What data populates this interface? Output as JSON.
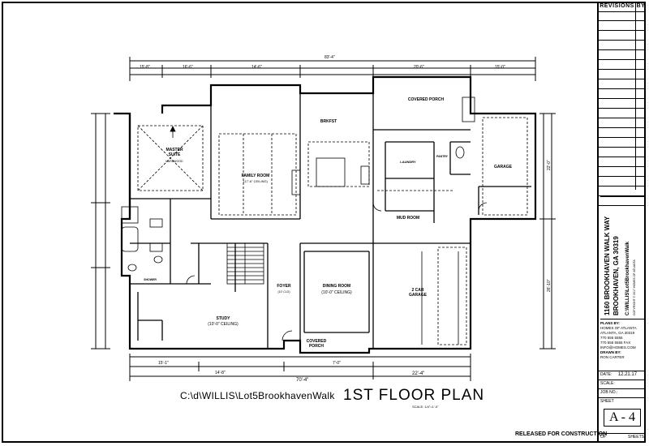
{
  "drawing": {
    "title": "1ST FLOOR PLAN",
    "scale": "SCALE: 1/4\"=1'-0\"",
    "file_path": "C:\\d\\WILLIS\\Lot5BrookhavenWalk",
    "released": "RELEASED FOR CONSTRUCTION"
  },
  "title_block": {
    "revisions_label": "REVISIONS",
    "by_label": "BY",
    "address_line1": "1160 BROOKHAVEN WALK WAY",
    "address_line2": "BROOKHAVEN, GA  30319",
    "file_line": "C:\\WILLIS\\Lot5BrookhavenWalk",
    "copyright": "COPYRIGHT © 2017 HOMES OF ATLANTA",
    "plans_by": "PLANS BY:",
    "firm": "HOMES OF ATLANTA",
    "firm_addr": "ATLANTA, GA 30319",
    "phone": "770 555 5555",
    "fax": "770 555 5555 FAX",
    "email": "INFO@HOMES.COM",
    "drawn_by": "DRAWN BY:",
    "drawn_name": "RON CARTER",
    "date_label": "DATE:",
    "date_value": "12.21.17",
    "scale_label": "SCALE:",
    "job_label": "JOB NO.:",
    "sheet_label": "SHEET",
    "sheet_no": "A - 4",
    "of_label": "OF",
    "sheets_label": "SHEETS"
  },
  "rooms": {
    "master": "MASTER\nSUITE",
    "master_sub": "HARDWOOD",
    "family": "FAMILY ROOM",
    "family_sub": "(17'-6\" CEILING)",
    "brkfst": "BRKFST",
    "covered_porch_top": "COVERED PORCH",
    "garage_top": "GARAGE",
    "laundry": "LAUNDRY",
    "mud": "MUD ROOM",
    "foyer": "FOYER",
    "foyer_sub": "(10' CLG)",
    "dining": "DINING ROOM",
    "dining_sub": "(10'-0\" CEILING)",
    "study": "STUDY",
    "study_sub": "(10'-0\" CEILING)",
    "garage2": "2 CAR\nGARAGE",
    "covered_porch_bot": "COVERED\nPORCH",
    "shower": "SHOWER",
    "pantry": "PANTRY"
  },
  "dims": {
    "overall_top": "83'-4\"",
    "overall_bottom": "70'-4\"",
    "bottom_right": "22'-4\"",
    "right_upper": "22'-0\"",
    "right_lower": "26'-10\"",
    "top_a": "15'-8\"",
    "top_b": "16'-6\"",
    "top_c": "14'-6\"",
    "top_d": "20'-6\"",
    "top_e": "15'-0\"",
    "bot_a": "15'-1\"",
    "bot_b": "14'-8\"",
    "bot_c": "7'-0\""
  }
}
